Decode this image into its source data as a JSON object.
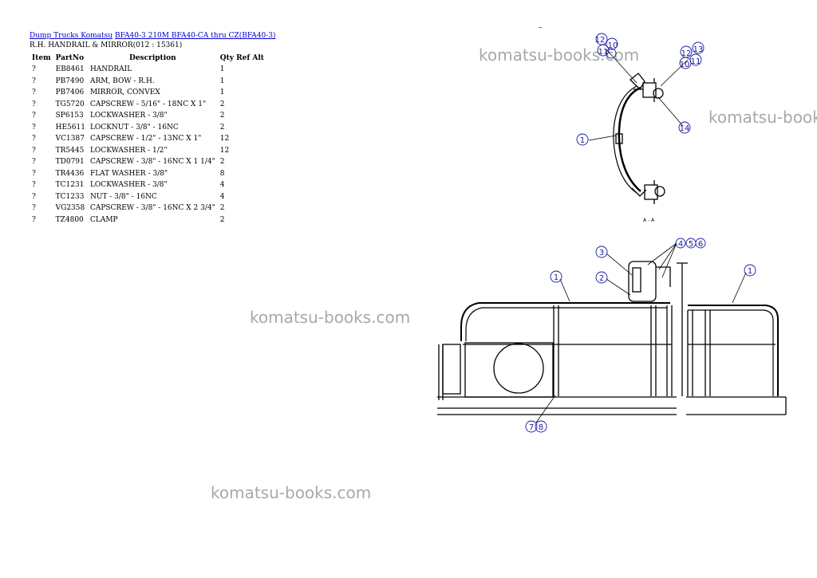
{
  "breadcrumb": {
    "link1": "Dump Trucks Komatsu",
    "link2": "BFA40-3 210M BFA40-CA thru CZ(BFA40-3)"
  },
  "subtitle": "R.H. HANDRAIL & MIRROR(012 : 15361)",
  "table": {
    "headers": {
      "item": "Item",
      "partno": "PartNo",
      "description": "Description",
      "qty": "Qty",
      "ref": "Ref",
      "alt": "Alt"
    },
    "rows": [
      {
        "item": "?",
        "partno": "EB8461",
        "description": "HANDRAIL",
        "qty": "1"
      },
      {
        "item": "?",
        "partno": "PB7490",
        "description": "ARM, BOW - R.H.",
        "qty": "1"
      },
      {
        "item": "?",
        "partno": "PB7406",
        "description": "MIRROR, CONVEX",
        "qty": "1"
      },
      {
        "item": "?",
        "partno": "TG5720",
        "description": "CAPSCREW - 5/16\" - 18NC X 1\"",
        "qty": "2"
      },
      {
        "item": "?",
        "partno": "SP6153",
        "description": "LOCKWASHER - 3/8\"",
        "qty": "2"
      },
      {
        "item": "?",
        "partno": "HE5611",
        "description": "LOCKNUT - 3/8\" - 16NC",
        "qty": "2"
      },
      {
        "item": "?",
        "partno": "VC1387",
        "description": "CAPSCREW - 1/2\" - 13NC X 1\"",
        "qty": "12"
      },
      {
        "item": "?",
        "partno": "TR5445",
        "description": "LOCKWASHER - 1/2\"",
        "qty": "12"
      },
      {
        "item": "?",
        "partno": "TD0791",
        "description": "CAPSCREW - 3/8\" - 16NC X 1 1/4\"",
        "qty": "2"
      },
      {
        "item": "?",
        "partno": "TR4436",
        "description": "FLAT WASHER - 3/8\"",
        "qty": "8"
      },
      {
        "item": "?",
        "partno": "TC1231",
        "description": "LOCKWASHER - 3/8\"",
        "qty": "4"
      },
      {
        "item": "?",
        "partno": "TC1233",
        "description": "NUT - 3/8\" - 16NC",
        "qty": "4"
      },
      {
        "item": "?",
        "partno": "VG2358",
        "description": "CAPSCREW - 3/8\" - 16NC X 2 3/4\"",
        "qty": "2"
      },
      {
        "item": "?",
        "partno": "TZ4800",
        "description": "CLAMP",
        "qty": "2"
      }
    ]
  },
  "watermark": "komatsu-books.com",
  "dash": "–",
  "diagram": {
    "section_label": "A - A",
    "callouts": [
      "12",
      "10",
      "11",
      "13",
      "12",
      "10",
      "11",
      "14",
      "1",
      "3",
      "4",
      "5",
      "6",
      "2",
      "1",
      "1",
      "7",
      "8"
    ]
  }
}
